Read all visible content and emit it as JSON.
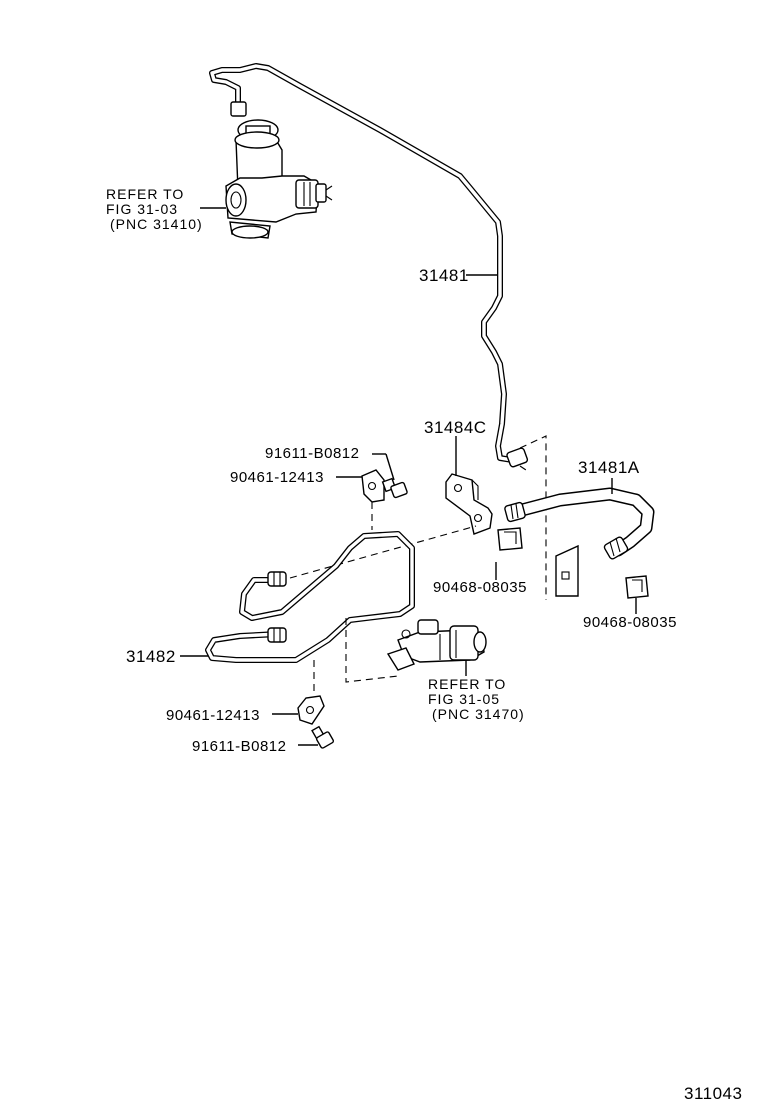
{
  "labels": {
    "refer_master": [
      "REFER TO",
      "FIG 31-03",
      "(PNC 31410)"
    ],
    "refer_release": [
      "REFER TO",
      "FIG 31-05",
      "(PNC 31470)"
    ],
    "tube_31481": "31481",
    "bracket_31484c": "31484C",
    "hose_31481a": "31481A",
    "bolt_top": "91611-B0812",
    "clamp_top": "90461-12413",
    "clip_left": "90468-08035",
    "clip_right": "90468-08035",
    "tube_31482": "31482",
    "clamp_bottom": "90461-12413",
    "bolt_bottom": "91611-B0812",
    "figure_number": "311043"
  }
}
